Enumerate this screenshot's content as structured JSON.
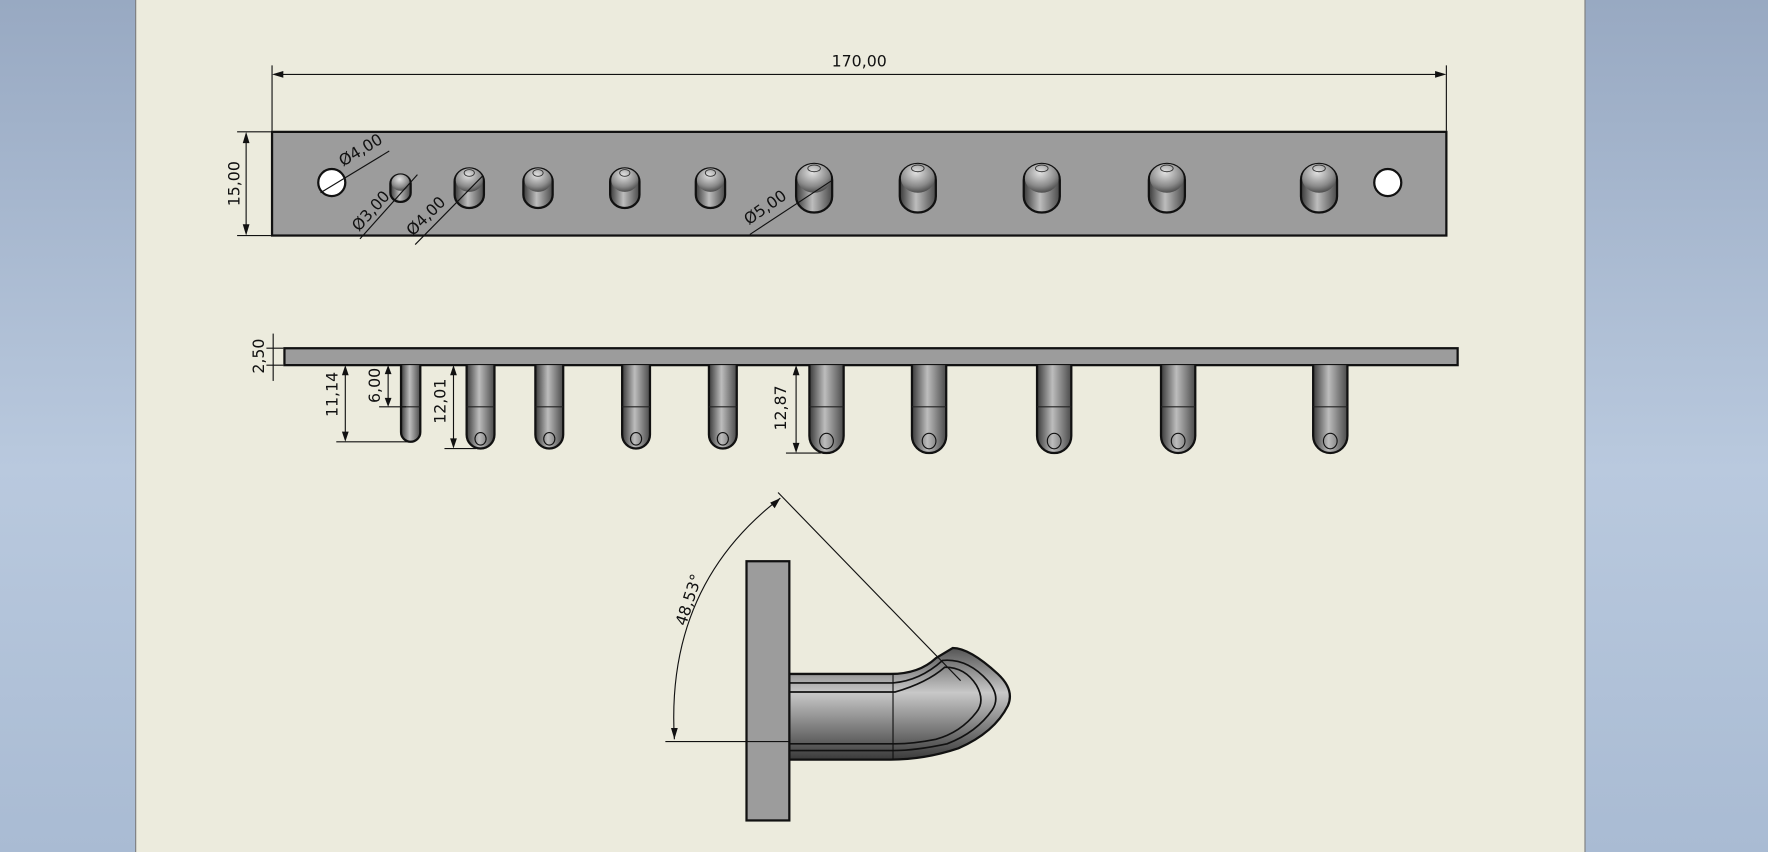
{
  "drawing": {
    "top_view": {
      "overall_length": "170,00",
      "width": "15,00",
      "hole_diameter": "Ø4,00",
      "small_peg_diameter": "Ø3,00",
      "medium_peg_diameter": "Ø4,00",
      "large_peg_diameter": "Ø5,00"
    },
    "side_view": {
      "plate_thickness": "2,50",
      "small_peg_length": "11,14",
      "straight_length": "6,00",
      "medium_peg_length": "12,01",
      "large_peg_length": "12,87"
    },
    "end_view": {
      "bend_angle": "48,53°"
    }
  },
  "colors": {
    "sheet": "#ecebdd",
    "part_fill": "#9c9c9c",
    "outline": "#111111"
  }
}
